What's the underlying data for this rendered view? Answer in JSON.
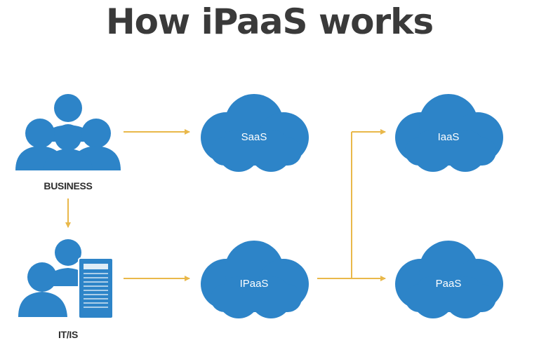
{
  "title": "How iPaaS works",
  "actors": {
    "business": "BUSINESS",
    "itis": "IT/IS"
  },
  "clouds": {
    "saas": "SaaS",
    "ipaas": "IPaaS",
    "iaas": "IaaS",
    "paas": "PaaS"
  },
  "icons": {
    "business": "people-group-icon",
    "itis": "person-with-server-icon"
  },
  "colors": {
    "primary_blue": "#2d84c8",
    "connector": "#e9b84a",
    "title_text": "#3a3a3a"
  }
}
